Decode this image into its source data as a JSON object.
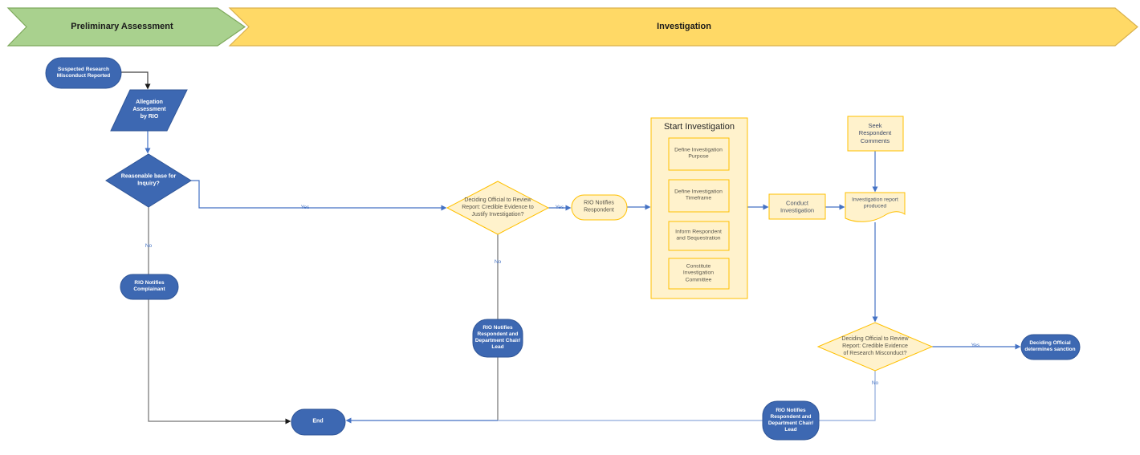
{
  "banners": {
    "preliminary": "Preliminary Assessment",
    "investigation": "Investigation"
  },
  "nodes": {
    "suspected": "Suspected Research\nMisconduct Reported",
    "allegation": "Allegation\nAssessment\nby RIO",
    "reasonable_base": "Reasonable base for\nInquiry?",
    "rio_notifies_complainant": "RIO Notifies\nComplainant",
    "deciding_official_justify": "Deciding Official to Review\nReport: Credible Evidence to\nJustify Investigation?",
    "rio_notifies_respondent": "RIO Notifies\nRespondent",
    "start_investigation_title": "Start Investigation",
    "define_purpose": "Define Investigation\nPurpose",
    "define_timeframe": "Define Investigation\nTimeframe",
    "inform_respondent": "Inform Respondent\nand Sequestration",
    "constitute_committee": "Constitute\nInvestigation\nCommittee",
    "conduct_investigation": "Conduct\nInvestigation",
    "seek_comments": "Seek\nRespondent\nComments",
    "report_produced": "Investigation report\nproduced",
    "deciding_official_misconduct": "Deciding Official to Review\nReport: Credible Evidence\nof Research Misconduct?",
    "determines_sanction": "Deciding Official\ndetermines sanction",
    "rio_notifies_dept_mid": "RIO Notifies\nRespondent and\nDepartment Chair/\nLead",
    "rio_notifies_dept_bottom": "RIO Notifies\nRespondent and\nDepartment Chair/\nLead",
    "end": "End"
  },
  "edge_labels": {
    "inquiry_yes": "Yes",
    "inquiry_no": "No",
    "justify_yes": "Yes",
    "justify_no": "No",
    "misconduct_yes": "Yes",
    "misconduct_no": "No"
  },
  "colors": {
    "banner_green": "#A9D18E",
    "banner_yellow": "#FFD966",
    "node_blue_fill": "#3D68B2",
    "node_blue_border": "#2F5597",
    "node_yellow_fill": "#FFF2CC",
    "node_yellow_border": "#FFC000",
    "connector_blue": "#4472C4",
    "connector_gray": "#737373",
    "connector_light_blue": "#8FAADC",
    "connector_orange": "#FFC000"
  }
}
